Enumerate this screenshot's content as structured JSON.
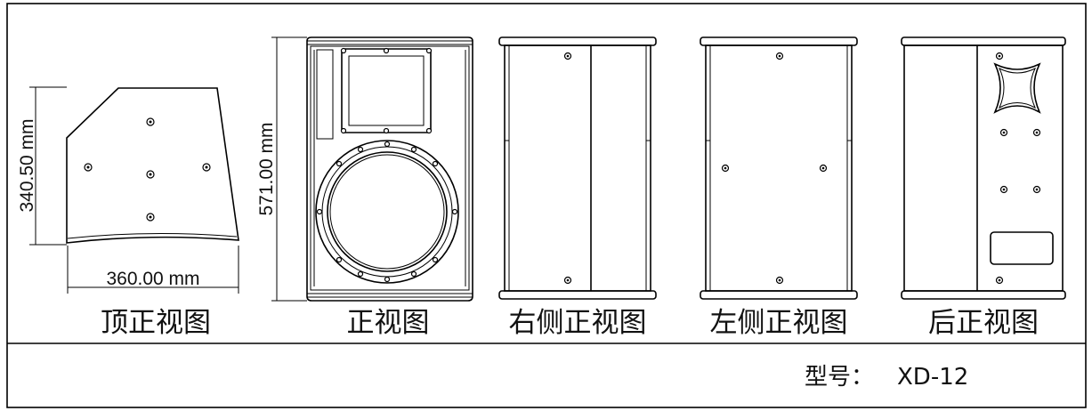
{
  "dimensions": {
    "top_depth": "340.50 mm",
    "top_width": "360.00 mm",
    "front_height": "571.00 mm"
  },
  "views": [
    {
      "id": "top",
      "label": "顶正视图"
    },
    {
      "id": "front",
      "label": "正视图"
    },
    {
      "id": "right",
      "label": "右侧正视图"
    },
    {
      "id": "left",
      "label": "左侧正视图"
    },
    {
      "id": "back",
      "label": "后正视图"
    }
  ],
  "model": {
    "label": "型号：",
    "value": "XD-12"
  }
}
